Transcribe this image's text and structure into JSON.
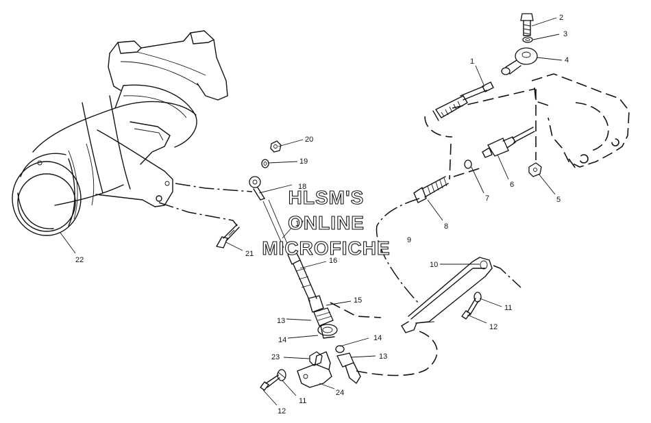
{
  "watermark": {
    "line1": "HLSM'S",
    "line2": "ONLINE",
    "line3": "MICROFICHE"
  },
  "callouts": {
    "c1": "1",
    "c2": "2",
    "c3": "3",
    "c4": "4",
    "c5": "5",
    "c6": "6",
    "c7": "7",
    "c8": "8",
    "c9": "9",
    "c10": "10",
    "c11a": "11",
    "c11b": "11",
    "c12a": "12",
    "c12b": "12",
    "c13a": "13",
    "c13b": "13",
    "c14a": "14",
    "c14b": "14",
    "c15": "15",
    "c16": "16",
    "c17": "17",
    "c18": "18",
    "c19": "19",
    "c20": "20",
    "c21": "21",
    "c22": "22",
    "c23": "23",
    "c24": "24"
  }
}
